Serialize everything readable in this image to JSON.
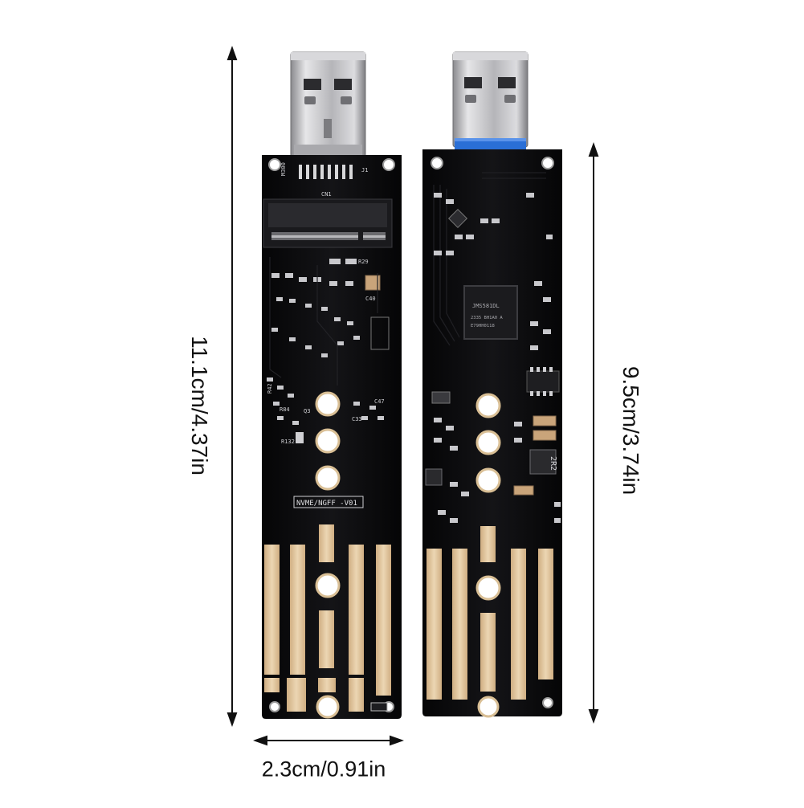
{
  "dimensions": {
    "left_length": "11.1cm/4.37in",
    "right_length": "9.5cm/3.74in",
    "width": "2.3cm/0.91in"
  },
  "board_labels": {
    "model": "NVME/NGFF -V01",
    "connector": "CN1",
    "chip_line1": "JMS581DL",
    "chip_line2": "2335 BH1A0 A",
    "chip_line3": "E79HH0118",
    "inductor": "2R2",
    "jumper": "M300",
    "j1": "J1",
    "q3": "Q3",
    "c40": "C40",
    "c33": "C33",
    "c47": "C47",
    "r29": "R29",
    "r84": "R84",
    "r132": "R132",
    "r42": "R42"
  },
  "colors": {
    "pcb": "#0c0c0e",
    "gold": "#e2c7a0",
    "usb_blue": "#2a6fd6",
    "metal": "#c9c9cc"
  }
}
